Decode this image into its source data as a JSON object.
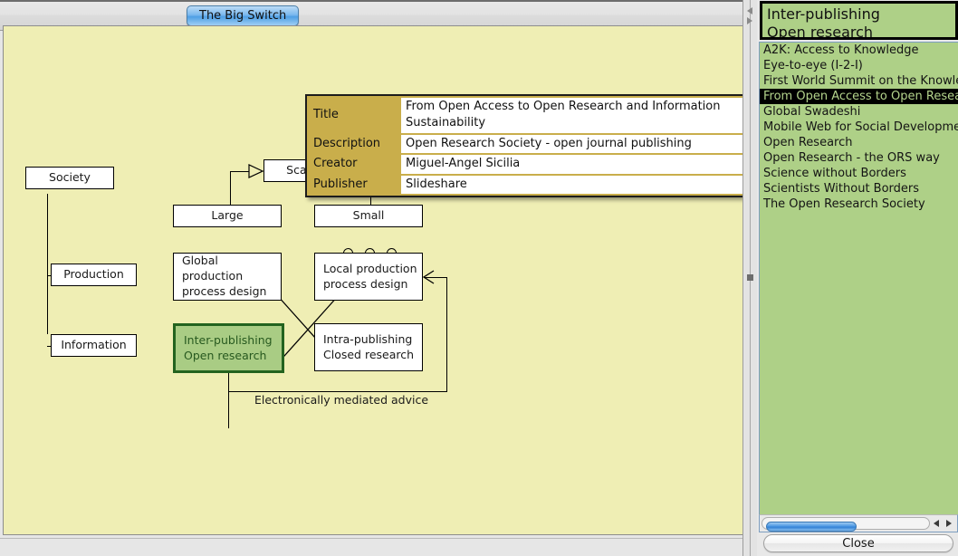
{
  "window": {
    "tab_label": "The Big Switch"
  },
  "diagram": {
    "nodes": [
      {
        "id": "society",
        "label": "Society"
      },
      {
        "id": "production",
        "label": "Production"
      },
      {
        "id": "information",
        "label": "Information"
      },
      {
        "id": "scale",
        "label": "Scale"
      },
      {
        "id": "large",
        "label": "Large"
      },
      {
        "id": "small",
        "label": "Small"
      },
      {
        "id": "global-prod",
        "label": "Global production\nprocess design"
      },
      {
        "id": "local-prod",
        "label": "Local production\nprocess design"
      },
      {
        "id": "inter-pub",
        "label": "Inter-publishing\nOpen research"
      },
      {
        "id": "intra-pub",
        "label": "Intra-publishing\nClosed research"
      }
    ],
    "caption": "Electronically mediated advice",
    "colors": {
      "canvas": "#efeeb4",
      "node_fill": "#ffffff",
      "highlight_fill": "#a9cc84",
      "highlight_border": "#23631f",
      "highlight_text": "#27591f"
    }
  },
  "info_panel": {
    "rows": [
      {
        "key": "Title",
        "value": "From Open Access to Open Research and Information Sustainability"
      },
      {
        "key": "Description",
        "value": "Open Research Society - open journal publishing"
      },
      {
        "key": "Creator",
        "value": "Miguel-Angel Sicilia"
      },
      {
        "key": "Publisher",
        "value": "Slideshare"
      }
    ],
    "colors": {
      "key_bg": "#c9ae4b",
      "value_bg": "#ffffff",
      "border": "#1c1c1c"
    }
  },
  "sidebar": {
    "header": "Inter-publishing\nOpen research",
    "items": [
      {
        "label": "A2K: Access to Knowledge",
        "selected": false
      },
      {
        "label": "Eye-to-eye (I-2-I)",
        "selected": false
      },
      {
        "label": "First World Summit on the Knowledge",
        "selected": false
      },
      {
        "label": "From Open Access to Open Research",
        "selected": true
      },
      {
        "label": "Global Swadeshi",
        "selected": false
      },
      {
        "label": "Mobile Web for Social Development (M",
        "selected": false
      },
      {
        "label": "Open Research",
        "selected": false
      },
      {
        "label": "Open Research - the ORS way",
        "selected": false
      },
      {
        "label": "Science without Borders",
        "selected": false
      },
      {
        "label": "Scientists Without Borders",
        "selected": false
      },
      {
        "label": "The Open Research Society",
        "selected": false
      }
    ],
    "close_label": "Close",
    "colors": {
      "panel": "#aed087",
      "selected_bg": "#000000",
      "selected_text": "#b4d48c"
    }
  }
}
